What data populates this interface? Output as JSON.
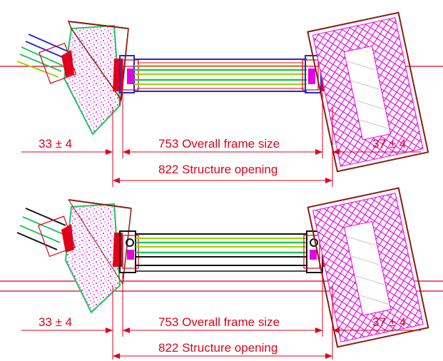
{
  "sections": [
    {
      "id": "top",
      "left_tolerance": "33 ± 4",
      "frame_size": "753 Overall frame size",
      "right_tolerance": "37 ± 4",
      "structure_opening": "822 Structure opening"
    },
    {
      "id": "bottom",
      "left_tolerance": "33 ± 4",
      "frame_size": "753 Overall frame size",
      "right_tolerance": "37 ± 4",
      "structure_opening": "822 Structure opening"
    }
  ],
  "colors": {
    "dimension": "#e0001b",
    "wall": "#8b1d12",
    "hatch": "#e600e6",
    "insulation": "#22c55e",
    "glass": "#9ad400",
    "frame_blue": "#1f2bd6",
    "frame_dark": "#111111"
  }
}
